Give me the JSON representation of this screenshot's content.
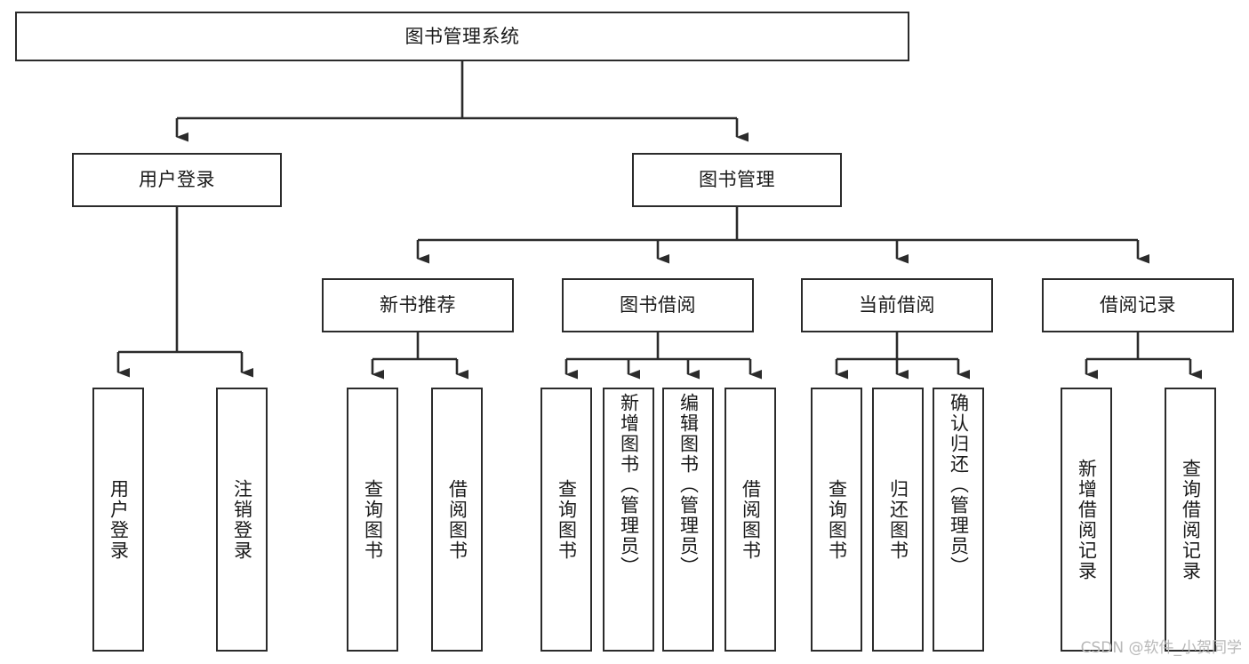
{
  "diagram": {
    "title": "图书管理系统",
    "type": "tree",
    "watermark": "CSDN @软件_小贺同学",
    "colors": {
      "stroke": "#2b2b2b",
      "fill": "#ffffff",
      "text": "#1a1a1a",
      "watermark": "#b8b8b8"
    },
    "nodes": {
      "root": {
        "label": "图书管理系统"
      },
      "level2": [
        {
          "label": "用户登录"
        },
        {
          "label": "图书管理"
        }
      ],
      "level3": [
        {
          "label": "新书推荐"
        },
        {
          "label": "图书借阅"
        },
        {
          "label": "当前借阅"
        },
        {
          "label": "借阅记录"
        }
      ],
      "leaves_user_login": [
        {
          "label": "用户登录"
        },
        {
          "label": "注销登录"
        }
      ],
      "leaves_new_book": [
        {
          "label": "查询图书"
        },
        {
          "label": "借阅图书"
        }
      ],
      "leaves_borrow": [
        {
          "label": "查询图书"
        },
        {
          "label": "新增图书（管理员）"
        },
        {
          "label": "编辑图书（管理员）"
        },
        {
          "label": "借阅图书"
        }
      ],
      "leaves_current": [
        {
          "label": "查询图书"
        },
        {
          "label": "归还图书"
        },
        {
          "label": "确认归还（管理员）"
        }
      ],
      "leaves_records": [
        {
          "label": "新增借阅记录"
        },
        {
          "label": "查询借阅记录"
        }
      ]
    }
  }
}
